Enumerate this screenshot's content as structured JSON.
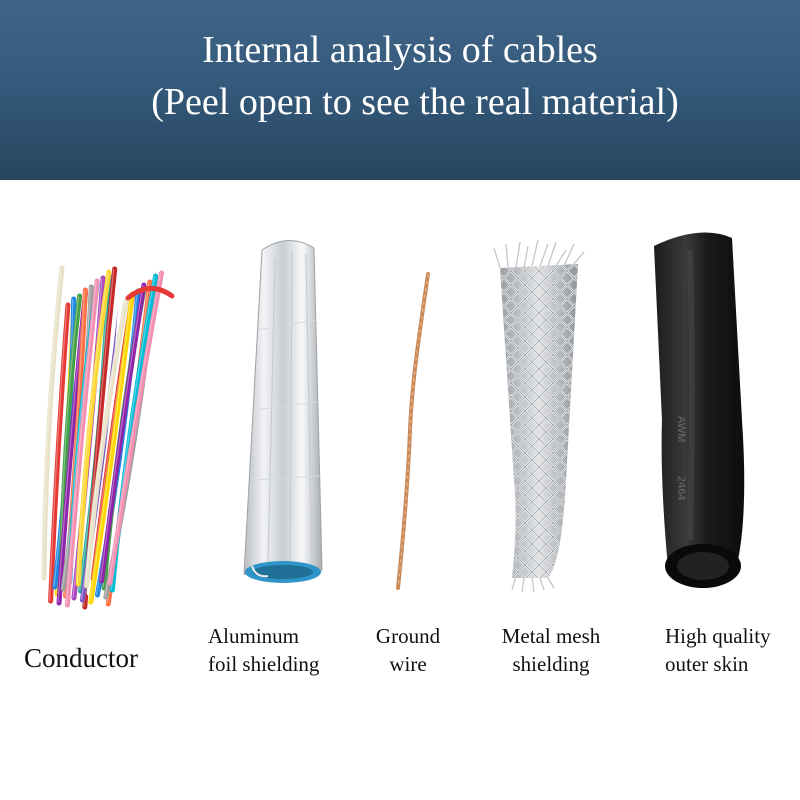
{
  "header": {
    "title_line1": "Internal analysis of cables",
    "title_line2": "(Peel open to see the real material)"
  },
  "items": [
    {
      "key": "conductor",
      "label": "Conductor"
    },
    {
      "key": "aluminum_foil",
      "label_line1": "Aluminum",
      "label_line2": "foil shielding"
    },
    {
      "key": "ground_wire",
      "label_line1": "Ground",
      "label_line2": "wire"
    },
    {
      "key": "metal_mesh",
      "label_line1": "Metal mesh",
      "label_line2": "shielding"
    },
    {
      "key": "outer_skin",
      "label_line1": "High quality",
      "label_line2": "outer skin"
    }
  ],
  "outer_skin_print": {
    "line1": "AWM",
    "line2": "2464"
  },
  "colors": {
    "header_top": "#3f6486",
    "header_bottom": "#27455f",
    "wire_colors": [
      "#e8e3c8",
      "#e53935",
      "#ffd600",
      "#1e88e5",
      "#43a047",
      "#8e24aa",
      "#ff7043",
      "#9e9e9e",
      "#00bcd4",
      "#f48fb1",
      "#ab47bc",
      "#26a69a",
      "#fdd835",
      "#c62828",
      "#7e57c2",
      "#ffffff"
    ]
  }
}
